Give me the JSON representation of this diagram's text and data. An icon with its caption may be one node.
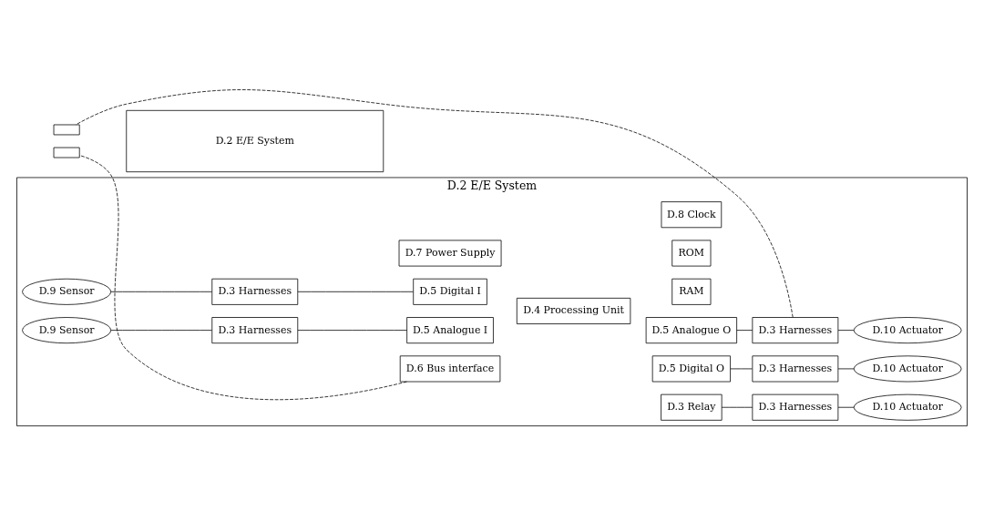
{
  "diagram": {
    "nodes": [
      {
        "text": [
          "D.2 E/E System"
        ]
      },
      {
        "text": [
          "D.7 Power Supply"
        ],
        "in": 0
      },
      {
        "text": [
          "D.9 Sensor"
        ],
        "in": 0
      },
      {
        "text": [
          "D.3 Harnesses"
        ],
        "in": 0
      },
      {
        "text": [
          "D.5 Digital I"
        ],
        "in": 0
      },
      {
        "text": [
          "D.4 Processing Unit"
        ],
        "in": 0
      },
      {
        "text": [
          "D.3 Relay"
        ],
        "in": 0
      },
      {
        "text": [
          "D.3 Harnesses"
        ],
        "in": 0
      },
      {
        "text": [
          "D.10 Actuator"
        ],
        "in": 0
      },
      {
        "text": [
          "D.9 Sensor"
        ],
        "in": 0
      },
      {
        "text": [
          "D.3 Harnesses"
        ],
        "in": 0
      },
      {
        "text": [
          "D.5 Analogue I"
        ],
        "in": 0
      },
      {
        "text": [
          "D.5 Digital O"
        ],
        "in": 0
      },
      {
        "text": [
          "D.3 Harnesses"
        ],
        "in": 0
      },
      {
        "text": [
          "D.10 Actuator"
        ],
        "in": 0
      },
      {
        "text": [
          "D.6 Bus interface"
        ],
        "in": 0
      },
      {
        "text": [
          "D.5 Analogue O"
        ],
        "in": 0
      },
      {
        "text": [
          "D.3 Harnesses"
        ],
        "in": 0
      },
      {
        "text": [
          "D.10 Actuator"
        ],
        "in": 0
      },
      {
        "text": [
          "RAM"
        ],
        "in": 0
      },
      {
        "text": [
          "ROM"
        ],
        "in": 0
      },
      {
        "text": [
          "D.8 Clock"
        ],
        "in": 0
      },
      {
        "text": [
          "D.2 E/E System"
        ]
      },
      {
        "text": [],
        "shape": "box"
      },
      {
        "text": [],
        "shape": "box"
      }
    ],
    "edges": [
      {
        "from": 2,
        "to": 3,
        "arrow": "none"
      },
      {
        "from": 3,
        "to": 4,
        "arrow": "none"
      },
      {
        "from": 6,
        "to": 7,
        "arrow": "none"
      },
      {
        "from": 7,
        "to": 8,
        "arrow": "none"
      },
      {
        "from": 9,
        "to": 10,
        "arrow": "none"
      },
      {
        "from": 10,
        "to": 11,
        "arrow": "none"
      },
      {
        "from": 12,
        "to": 13,
        "arrow": "none"
      },
      {
        "from": 13,
        "to": 14,
        "arrow": "none"
      },
      {
        "from": 16,
        "to": 17,
        "arrow": "none"
      },
      {
        "from": 17,
        "to": 18,
        "arrow": "none"
      },
      {
        "from": 15,
        "to": 24,
        "arrow": "none",
        "style": "dashed"
      },
      {
        "from": 17,
        "to": 23,
        "arrow": "none",
        "style": "dashed"
      }
    ]
  }
}
